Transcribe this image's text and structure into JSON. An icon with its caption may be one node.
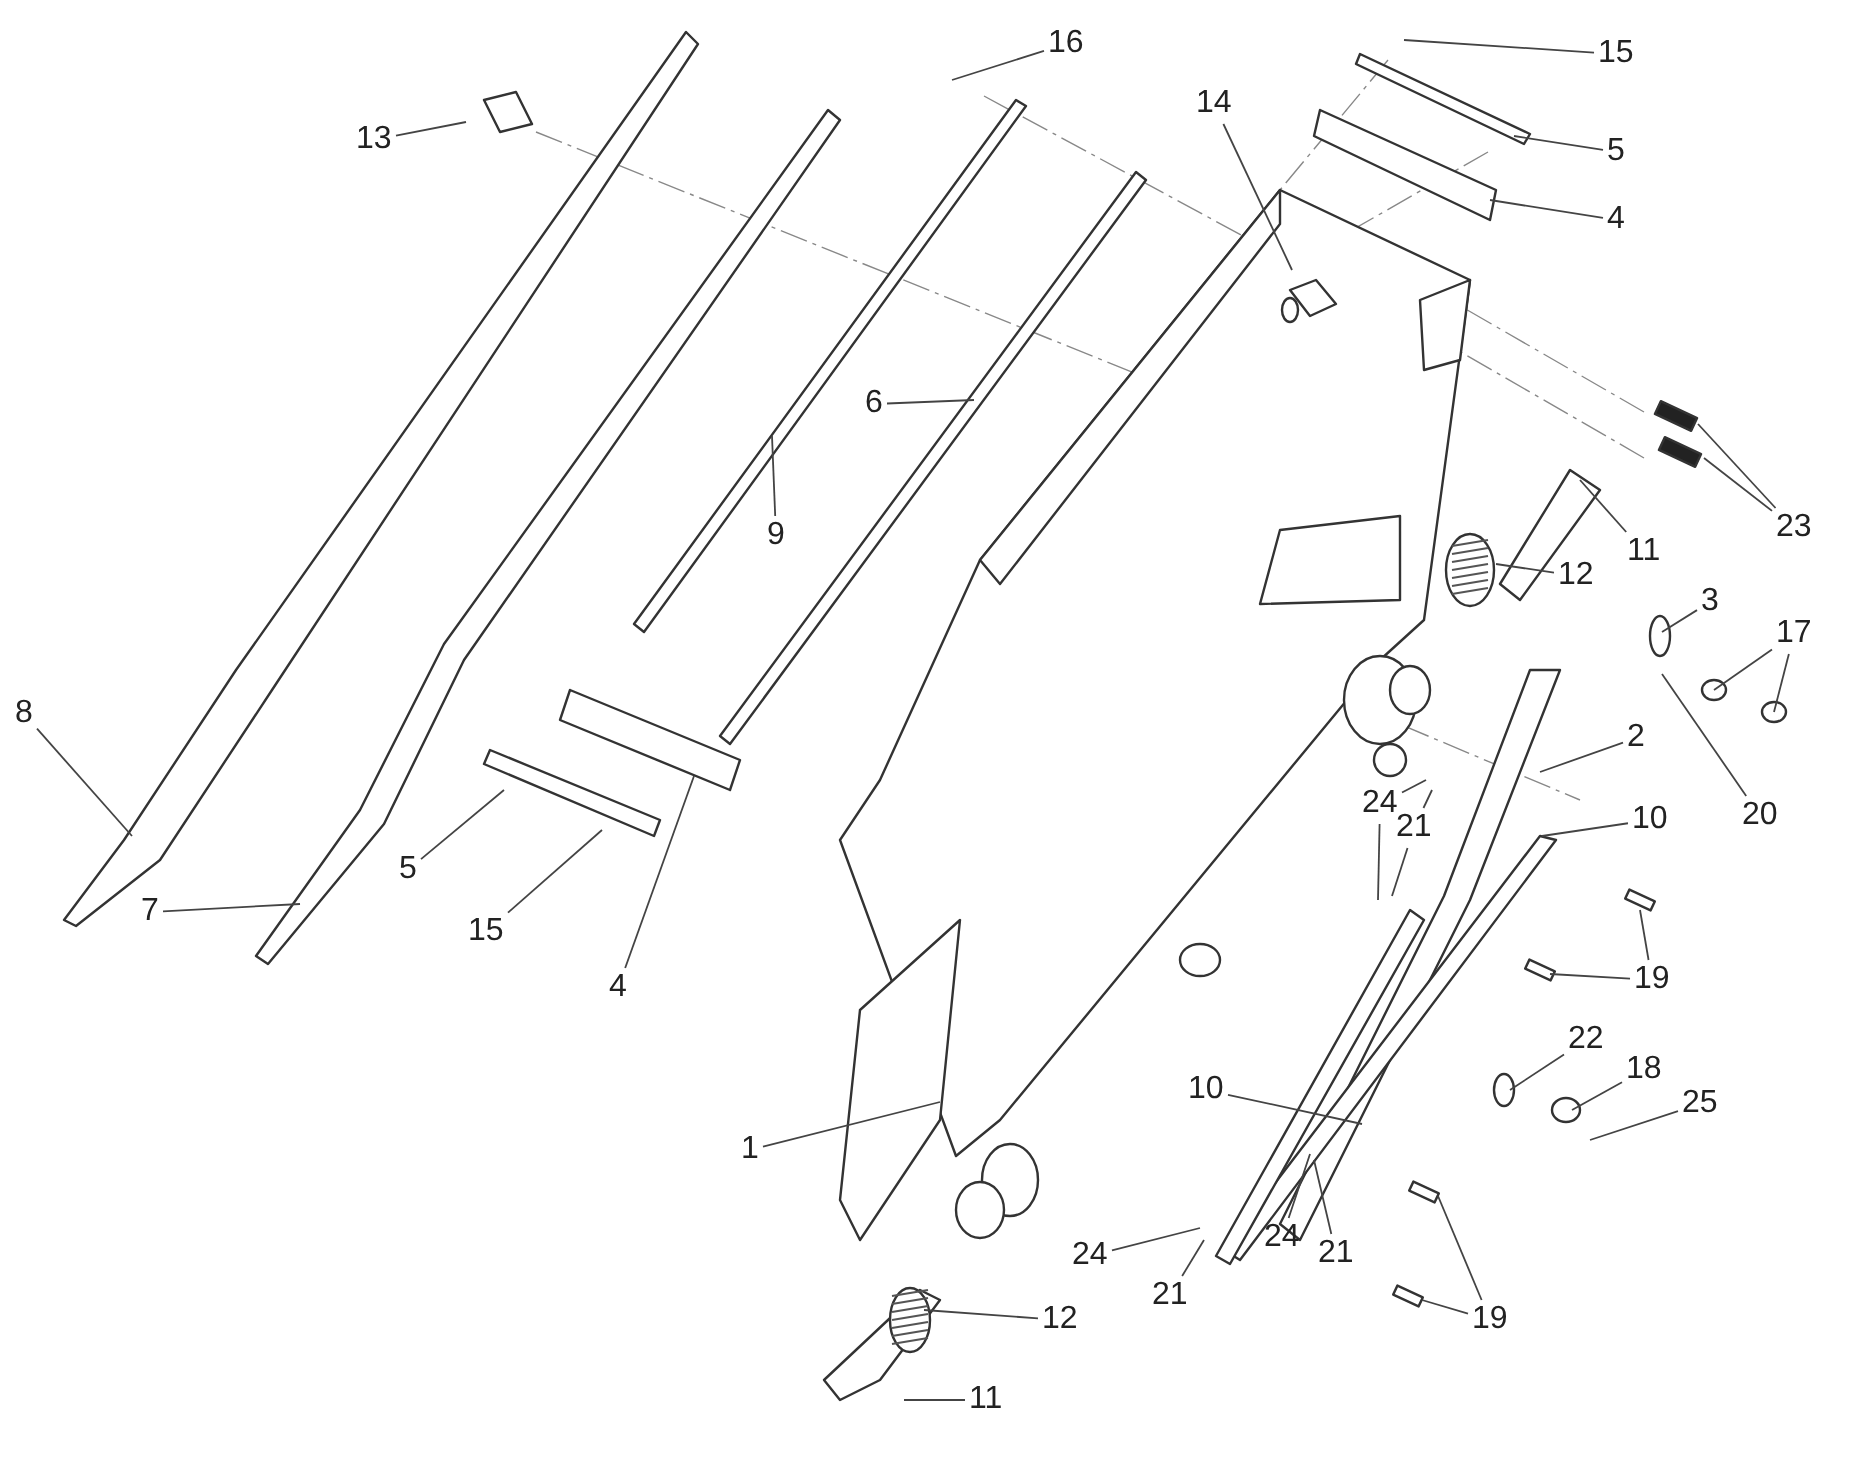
{
  "diagram": {
    "nodes": [
      {
        "text": [
          "13"
        ]
      },
      {
        "text": [
          "16"
        ]
      },
      {
        "text": [
          "15"
        ]
      },
      {
        "text": [
          "14"
        ]
      },
      {
        "text": [
          "5"
        ]
      },
      {
        "text": [
          "4"
        ]
      },
      {
        "text": [
          "6"
        ]
      },
      {
        "text": [
          "9"
        ]
      },
      {
        "text": [
          "23"
        ]
      },
      {
        "text": [
          "11"
        ]
      },
      {
        "text": [
          "12"
        ]
      },
      {
        "text": [
          "3"
        ]
      },
      {
        "text": [
          "17"
        ]
      },
      {
        "text": [
          "8"
        ]
      },
      {
        "text": [
          "2"
        ]
      },
      {
        "text": [
          "20"
        ]
      },
      {
        "text": [
          "24"
        ]
      },
      {
        "text": [
          "21"
        ]
      },
      {
        "text": [
          "10"
        ]
      },
      {
        "text": [
          "5"
        ]
      },
      {
        "text": [
          "15"
        ]
      },
      {
        "text": [
          "4"
        ]
      },
      {
        "text": [
          "7"
        ]
      },
      {
        "text": [
          "19"
        ]
      },
      {
        "text": [
          "22"
        ]
      },
      {
        "text": [
          "18"
        ]
      },
      {
        "text": [
          "10"
        ]
      },
      {
        "text": [
          "25"
        ]
      },
      {
        "text": [
          "1"
        ]
      },
      {
        "text": [
          "24"
        ]
      },
      {
        "text": [
          "24"
        ]
      },
      {
        "text": [
          "21"
        ]
      },
      {
        "text": [
          "21"
        ]
      },
      {
        "text": [
          "12"
        ]
      },
      {
        "text": [
          "19"
        ]
      },
      {
        "text": [
          "11"
        ]
      }
    ],
    "edges": [
      {
        "from": 0,
        "to": null,
        "arrow": "none"
      },
      {
        "from": 1,
        "to": null,
        "arrow": "none"
      },
      {
        "from": 2,
        "to": null,
        "arrow": "none"
      },
      {
        "from": 3,
        "to": null,
        "arrow": "none"
      },
      {
        "from": 4,
        "to": null,
        "arrow": "none"
      },
      {
        "from": 5,
        "to": null,
        "arrow": "none"
      },
      {
        "from": 6,
        "to": null,
        "arrow": "none"
      },
      {
        "from": 7,
        "to": null,
        "arrow": "none"
      },
      {
        "from": 8,
        "to": null,
        "arrow": "none"
      },
      {
        "from": 8,
        "to": null,
        "arrow": "none"
      },
      {
        "from": 9,
        "to": null,
        "arrow": "none"
      },
      {
        "from": 10,
        "to": null,
        "arrow": "none"
      },
      {
        "from": 11,
        "to": null,
        "arrow": "none"
      },
      {
        "from": 12,
        "to": null,
        "arrow": "none"
      },
      {
        "from": 12,
        "to": null,
        "arrow": "none"
      },
      {
        "from": 13,
        "to": null,
        "arrow": "none"
      },
      {
        "from": 14,
        "to": null,
        "arrow": "none"
      },
      {
        "from": 15,
        "to": null,
        "arrow": "none"
      },
      {
        "from": 16,
        "to": null,
        "arrow": "none"
      },
      {
        "from": 16,
        "to": null,
        "arrow": "none"
      },
      {
        "from": 17,
        "to": null,
        "arrow": "none"
      },
      {
        "from": 17,
        "to": null,
        "arrow": "none"
      },
      {
        "from": 18,
        "to": null,
        "arrow": "none"
      },
      {
        "from": 19,
        "to": null,
        "arrow": "none"
      },
      {
        "from": 20,
        "to": null,
        "arrow": "none"
      },
      {
        "from": 21,
        "to": null,
        "arrow": "none"
      },
      {
        "from": 22,
        "to": null,
        "arrow": "none"
      },
      {
        "from": 23,
        "to": null,
        "arrow": "none"
      },
      {
        "from": 23,
        "to": null,
        "arrow": "none"
      },
      {
        "from": 24,
        "to": null,
        "arrow": "none"
      },
      {
        "from": 25,
        "to": null,
        "arrow": "none"
      },
      {
        "from": 26,
        "to": null,
        "arrow": "none"
      },
      {
        "from": 27,
        "to": null,
        "arrow": "none"
      },
      {
        "from": 28,
        "to": null,
        "arrow": "none"
      },
      {
        "from": 29,
        "to": null,
        "arrow": "none"
      },
      {
        "from": 30,
        "to": null,
        "arrow": "none"
      },
      {
        "from": 31,
        "to": null,
        "arrow": "none"
      },
      {
        "from": 32,
        "to": null,
        "arrow": "none"
      },
      {
        "from": 33,
        "to": null,
        "arrow": "none"
      },
      {
        "from": 34,
        "to": null,
        "arrow": "none"
      },
      {
        "from": 34,
        "to": null,
        "arrow": "none"
      },
      {
        "from": 35,
        "to": null,
        "arrow": "none"
      }
    ]
  }
}
